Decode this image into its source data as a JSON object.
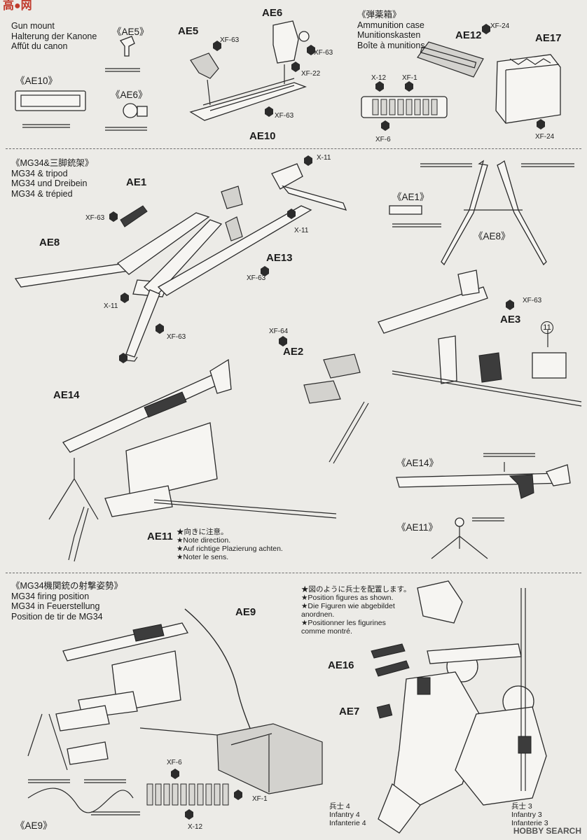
{
  "watermark_top": "高●网",
  "section1": {
    "heading_cannon": [
      "Gun mount",
      "Halterung der Kanone",
      "Affût du canon"
    ],
    "heading_ammo": [
      "《弾薬箱》",
      "Ammunition case",
      "Munitionskasten",
      "Boîte à munitions"
    ],
    "inset_ae5": "《AE5》",
    "inset_ae10": "《AE10》",
    "inset_ae6": "《AE6》",
    "part_ae5": "AE5",
    "part_ae6": "AE6",
    "part_ae10": "AE10",
    "part_ae12": "AE12",
    "part_ae17": "AE17",
    "paint_xf63a": "XF-63",
    "paint_xf63b": "XF-63",
    "paint_xf63c": "XF-63",
    "paint_xf22": "XF-22",
    "paint_xf24a": "XF-24",
    "paint_xf24b": "XF-24",
    "paint_x12": "X-12",
    "paint_xf1": "XF-1",
    "paint_xf6": "XF-6"
  },
  "section2": {
    "heading": [
      "《MG34&三脚銃架》",
      "MG34 & tripod",
      "MG34 und Dreibein",
      "MG34 & trépied"
    ],
    "inset_ae1": "《AE1》",
    "inset_ae8": "《AE8》",
    "inset_ae14": "《AE14》",
    "inset_ae11": "《AE11》",
    "part_ae1": "AE1",
    "part_ae8": "AE8",
    "part_ae13": "AE13",
    "part_ae14": "AE14",
    "part_ae2": "AE2",
    "part_ae3": "AE3",
    "part_ae11": "AE11",
    "step_ref": "11",
    "paint_x11a": "X-11",
    "paint_x11b": "X-11",
    "paint_x11c": "X-11",
    "paint_xf63a": "XF-63",
    "paint_xf63b": "XF-63",
    "paint_xf63c": "XF-63",
    "paint_xf63d": "XF-63",
    "paint_xf64": "XF-64",
    "note": [
      "★向きに注意。",
      "★Note direction.",
      "★Auf richtige Plazierung achten.",
      "★Noter le sens."
    ]
  },
  "section3": {
    "heading": [
      "《MG34機関銃の射撃姿勢》",
      "MG34 firing position",
      "MG34 in Feuerstellung",
      "Position de tir de MG34"
    ],
    "note": [
      "★図のように兵士を配置します。",
      "★Position figures as shown.",
      "★Die Figuren wie abgebildet",
      "anordnen.",
      "★Positionner les figurines",
      "comme montré."
    ],
    "part_ae9": "AE9",
    "part_ae16": "AE16",
    "part_ae7": "AE7",
    "inset_ae9": "《AE9》",
    "paint_xf6": "XF-6",
    "paint_xf1": "XF-1",
    "paint_x12": "X-12",
    "fig4": [
      "兵士 4",
      "Infantry 4",
      "Infanterie 4"
    ],
    "fig3": [
      "兵士 3",
      "Infantry 3",
      "Infanterie 3"
    ]
  },
  "footer": {
    "watermark": "HOBBY SEARCH"
  }
}
